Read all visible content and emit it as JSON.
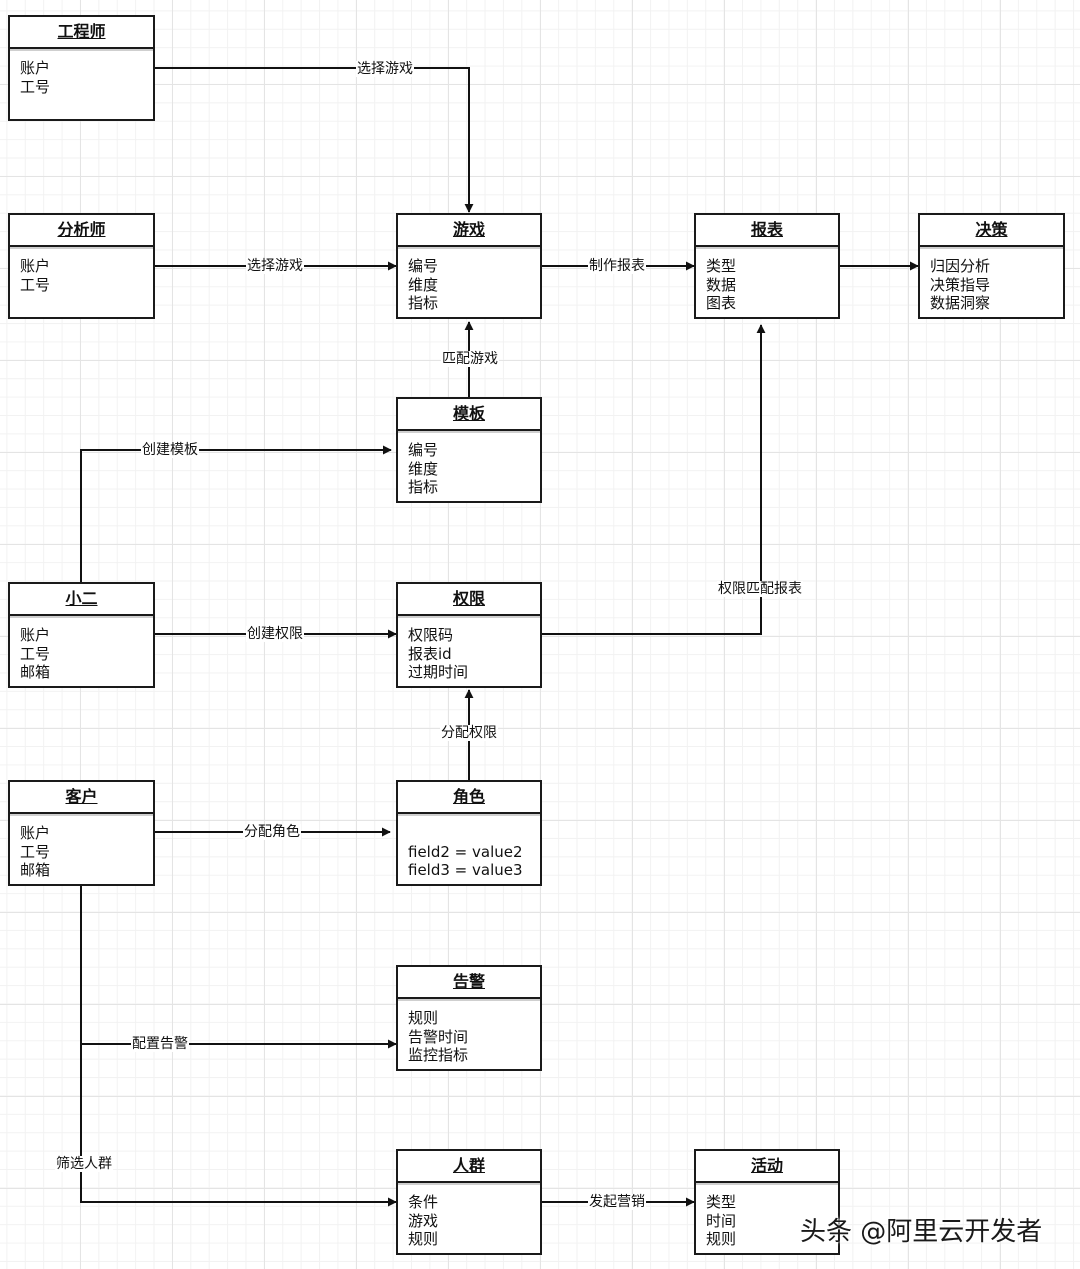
{
  "entities": {
    "engineer": {
      "title": "工程师",
      "fields": [
        "账户",
        "工号"
      ]
    },
    "analyst": {
      "title": "分析师",
      "fields": [
        "账户",
        "工号"
      ]
    },
    "game": {
      "title": "游戏",
      "fields": [
        "编号",
        "维度",
        "指标"
      ]
    },
    "report": {
      "title": "报表",
      "fields": [
        "类型",
        "数据",
        "图表"
      ]
    },
    "decision": {
      "title": "决策",
      "fields": [
        "归因分析",
        "决策指导",
        "数据洞察"
      ]
    },
    "template": {
      "title": "模板",
      "fields": [
        "编号",
        "维度",
        "指标"
      ]
    },
    "xiaoer": {
      "title": "小二",
      "fields": [
        "账户",
        "工号",
        "邮箱"
      ]
    },
    "permission": {
      "title": "权限",
      "fields": [
        "权限码",
        "报表id",
        "过期时间"
      ]
    },
    "customer": {
      "title": "客户",
      "fields": [
        "账户",
        "工号",
        "邮箱"
      ]
    },
    "role": {
      "title": "角色",
      "fields": [
        "",
        "field2 = value2",
        "field3 = value3"
      ]
    },
    "alert": {
      "title": "告警",
      "fields": [
        "规则",
        "告警时间",
        "监控指标"
      ]
    },
    "crowd": {
      "title": "人群",
      "fields": [
        "条件",
        "游戏",
        "规则"
      ]
    },
    "campaign": {
      "title": "活动",
      "fields": [
        "类型",
        "时间",
        "规则"
      ]
    }
  },
  "edges": {
    "engineer_game": "选择游戏",
    "analyst_game": "选择游戏",
    "game_report": "制作报表",
    "template_game": "匹配游戏",
    "xiaoer_template": "创建模板",
    "xiaoer_permission": "创建权限",
    "permission_report": "权限匹配报表",
    "role_permission": "分配权限",
    "customer_role": "分配角色",
    "customer_alert": "配置告警",
    "customer_crowd": "筛选人群",
    "crowd_campaign": "发起营销"
  },
  "watermark": "头条 @阿里云开发者"
}
